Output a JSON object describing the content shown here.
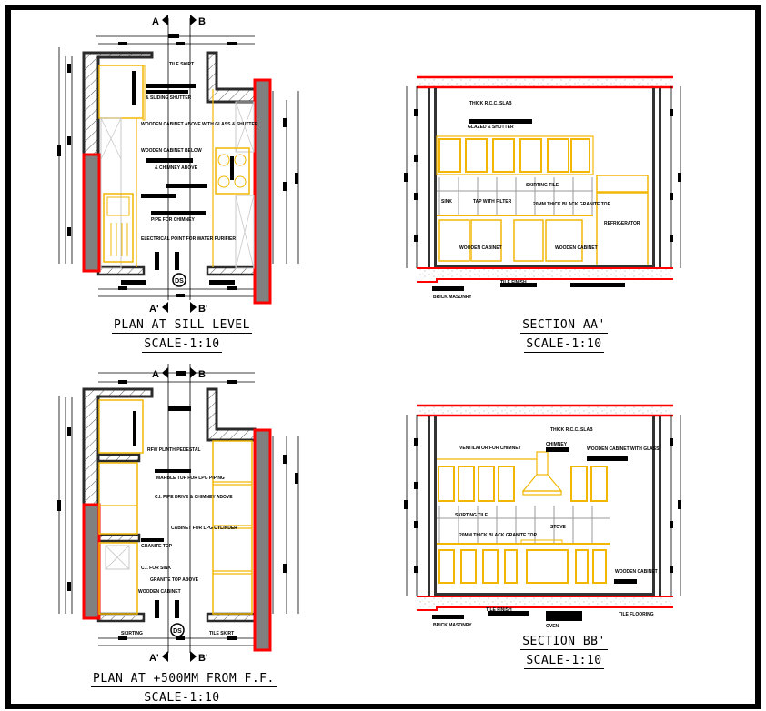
{
  "colors": {
    "wall": "#2b2b2b",
    "cabinet": "#f2b705",
    "highlight": "#ff0000",
    "column_fill": "#808080",
    "tile": "#9a9a9a",
    "frame": "#000000"
  },
  "drawings": {
    "plan_sill": {
      "title": "PLAN AT SILL LEVEL",
      "scale": "SCALE-1:10",
      "section_marks": {
        "top_left": "A",
        "top_right": "B",
        "bottom_left": "A'",
        "bottom_right": "B'"
      },
      "door_tag": "DS",
      "labels": [
        "TILE SKIRT",
        "& SLIDING SHUTTER",
        "WOODEN CABINET ABOVE WITH GLASS & SHUTTER",
        "WOODEN CABINET BELOW",
        "& CHIMNEY ABOVE",
        "PIPE FOR CHIMNEY",
        "ELECTRICAL POINT FOR WATER PURIFIER"
      ]
    },
    "plan_500": {
      "title": "PLAN AT +500MM FROM F.F.",
      "scale": "SCALE-1:10",
      "section_marks": {
        "top_left": "A",
        "top_right": "B",
        "bottom_left": "A'",
        "bottom_right": "B'"
      },
      "door_tag": "DS",
      "labels": [
        "RFW PLINTH PEDESTAL",
        "MARBLE TOP FOR LPG PIPING",
        "C.I. PIPE DRIVE & CHIMNEY ABOVE",
        "CABINET FOR LPG CYLINDER",
        "GRANITE TOP",
        "C.I. FOR SINK",
        "GRANITE TOP ABOVE",
        "WOODEN CABINET",
        "SKIRTING",
        "TILE SKIRT"
      ]
    },
    "section_aa": {
      "title": "SECTION AA'",
      "scale": "SCALE-1:10",
      "labels": [
        "THICK R.C.C. SLAB",
        "GLAZED & SHUTTER",
        "SKIRTING TILE",
        "SINK",
        "TAP WITH FILTER",
        "20MM THICK BLACK GRANITE TOP",
        "REFRIGERATOR",
        "WOODEN CABINET",
        "WOODEN CABINET",
        "TILE FINISH",
        "BRICK MASONRY"
      ]
    },
    "section_bb": {
      "title": "SECTION BB'",
      "scale": "SCALE-1:10",
      "labels": [
        "THICK R.C.C. SLAB",
        "VENTILATOR FOR CHIMNEY",
        "CHIMNEY",
        "WOODEN CABINET WITH GLASS",
        "SKIRTING TILE",
        "20MM THICK BLACK GRANITE TOP",
        "STOVE",
        "WOODEN CABINET",
        "TILE FINISH",
        "BRICK MASONRY",
        "OVEN",
        "TILE FLOORING"
      ]
    }
  }
}
